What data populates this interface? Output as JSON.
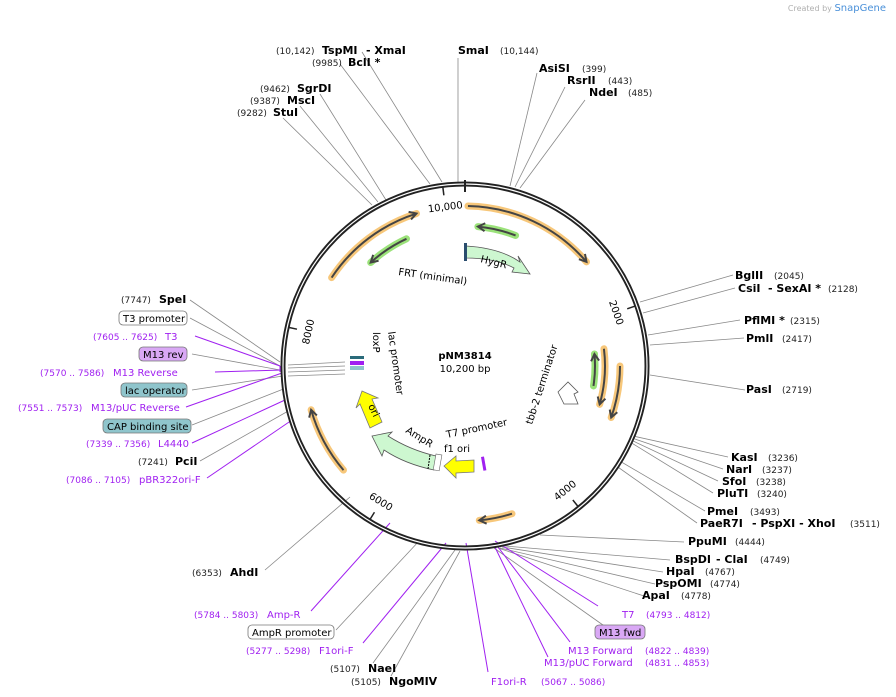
{
  "credit": {
    "prefix": "Created by",
    "brand": "SnapGene"
  },
  "plasmid": {
    "name": "pNM3814",
    "length": "10,200 bp",
    "total_bp": 10200
  },
  "ticks": [
    {
      "bp": 2000,
      "label": "2000"
    },
    {
      "bp": 4000,
      "label": "4000"
    },
    {
      "bp": 6000,
      "label": "6000"
    },
    {
      "bp": 8000,
      "label": "8000"
    },
    {
      "bp": 10000,
      "label": "10,000"
    }
  ],
  "features": [
    {
      "name": "HygR",
      "type": "marker"
    },
    {
      "name": "FRT (minimal)",
      "type": "site"
    },
    {
      "name": "tbb-2 terminator",
      "type": "terminator"
    },
    {
      "name": "T7 promoter",
      "type": "promoter"
    },
    {
      "name": "f1 ori",
      "type": "origin"
    },
    {
      "name": "AmpR",
      "type": "marker"
    },
    {
      "name": "ori",
      "type": "origin"
    },
    {
      "name": "lac promoter",
      "type": "promoter"
    },
    {
      "name": "loxP",
      "type": "site"
    }
  ],
  "enzymes_top": [
    {
      "name": "TspMI",
      "extra": "- XmaI",
      "pos": "(10,142)"
    },
    {
      "name": "BclI *",
      "pos": "(9985)"
    },
    {
      "name": "SgrDI",
      "pos": "(9462)"
    },
    {
      "name": "MscI",
      "pos": "(9387)"
    },
    {
      "name": "StuI",
      "pos": "(9282)"
    },
    {
      "name": "SmaI",
      "pos": "(10,144)"
    },
    {
      "name": "AsiSI",
      "pos": "(399)"
    },
    {
      "name": "RsrII",
      "pos": "(443)"
    },
    {
      "name": "NdeI",
      "pos": "(485)"
    }
  ],
  "enzymes_right": [
    {
      "name": "BglII",
      "pos": "(2045)"
    },
    {
      "name": "CsiI",
      "extra": "- SexAI *",
      "pos": "(2128)"
    },
    {
      "name": "PflMI *",
      "pos": "(2315)"
    },
    {
      "name": "PmlI",
      "pos": "(2417)"
    },
    {
      "name": "PasI",
      "pos": "(2719)"
    },
    {
      "name": "KasI",
      "pos": "(3236)"
    },
    {
      "name": "NarI",
      "pos": "(3237)"
    },
    {
      "name": "SfoI",
      "pos": "(3238)"
    },
    {
      "name": "PluTI",
      "pos": "(3240)"
    },
    {
      "name": "PmeI",
      "pos": "(3493)"
    },
    {
      "name": "PaeR7I",
      "extra": "- PspXI   - XhoI",
      "pos": "(3511)"
    },
    {
      "name": "PpuMI",
      "pos": "(4444)"
    },
    {
      "name": "BspDI",
      "extra": "- ClaI",
      "pos": "(4749)"
    },
    {
      "name": "HpaI",
      "pos": "(4767)"
    },
    {
      "name": "PspOMI",
      "pos": "(4774)"
    },
    {
      "name": "ApaI",
      "pos": "(4778)"
    }
  ],
  "enzymes_bottom": [
    {
      "name": "AhdI",
      "pos": "(6353)"
    },
    {
      "name": "NaeI",
      "pos": "(5107)"
    },
    {
      "name": "NgoMIV",
      "pos": "(5105)"
    }
  ],
  "enzymes_left": [
    {
      "name": "SpeI",
      "pos": "(7747)"
    },
    {
      "name": "PciI",
      "pos": "(7241)"
    }
  ],
  "primers": [
    {
      "name": "T3",
      "range": "(7605 .. 7625)"
    },
    {
      "name": "M13 Reverse",
      "range": "(7570 .. 7586)"
    },
    {
      "name": "M13/pUC Reverse",
      "range": "(7551 .. 7573)"
    },
    {
      "name": "L4440",
      "range": "(7339 .. 7356)"
    },
    {
      "name": "pBR322ori-F",
      "range": "(7086 .. 7105)"
    },
    {
      "name": "T7",
      "range": "(4793 .. 4812)"
    },
    {
      "name": "M13 Forward",
      "range": "(4822 .. 4839)"
    },
    {
      "name": "M13/pUC Forward",
      "range": "(4831 .. 4853)"
    },
    {
      "name": "F1ori-R",
      "range": "(5067 .. 5086)"
    },
    {
      "name": "F1ori-F",
      "range": "(5277 .. 5298)"
    },
    {
      "name": "Amp-R",
      "range": "(5784 .. 5803)"
    }
  ],
  "boxed_features": [
    {
      "name": "T3 promoter",
      "style": "white"
    },
    {
      "name": "M13 rev",
      "style": "purple"
    },
    {
      "name": "lac operator",
      "style": "teal"
    },
    {
      "name": "CAP binding site",
      "style": "teal"
    },
    {
      "name": "M13 fwd",
      "style": "purple"
    },
    {
      "name": "AmpR promoter",
      "style": "white"
    }
  ],
  "colors": {
    "backbone": "#222222",
    "primer": "#a020f0",
    "orf": "#f7c77a",
    "orf_green": "#9be27a",
    "marker_fill": "#cdf7d0",
    "origin_fill": "#ffff00",
    "box_purple": "#d9a8f5",
    "box_teal": "#8fc5cc"
  }
}
